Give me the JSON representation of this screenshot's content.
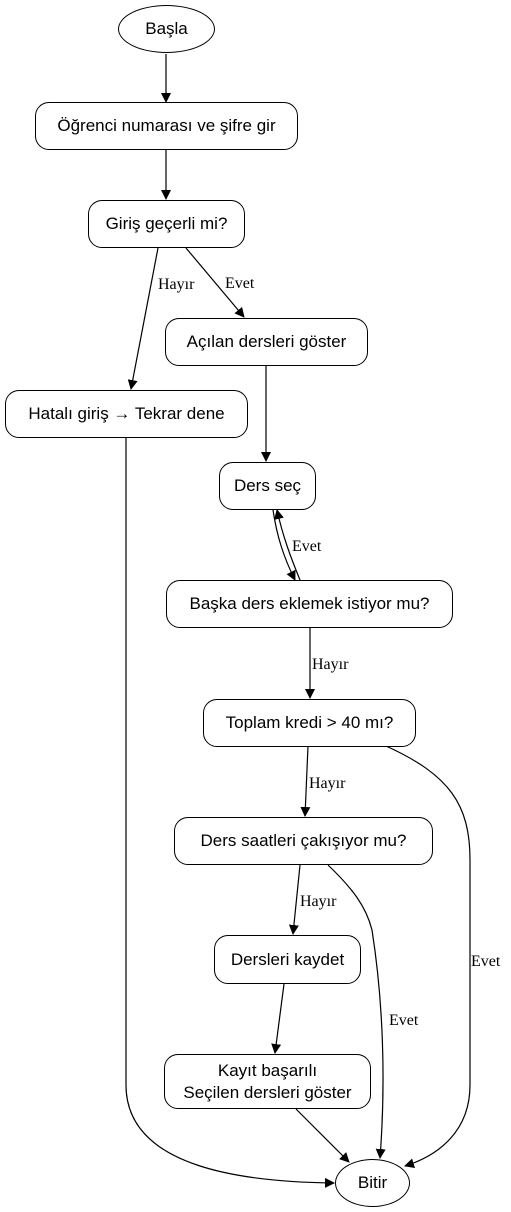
{
  "nodes": {
    "basla": "Başla",
    "giris_bilgi": "Öğrenci numarası ve şifre gir",
    "giris_gecerli": "Giriş geçerli mi?",
    "acilan_dersler": "Açılan dersleri göster",
    "hatali_giris": "Hatalı giriş → Tekrar dene",
    "ders_sec": "Ders seç",
    "baska_ders": "Başka ders eklemek istiyor mu?",
    "toplam_kredi": "Toplam kredi > 40 mı?",
    "cakisma": "Ders saatleri çakışıyor mu?",
    "kaydet": "Dersleri kaydet",
    "kayit_basarili_1": "Kayıt başarılı",
    "kayit_basarili_2": "Seçilen dersleri göster",
    "bitir": "Bitir"
  },
  "edge_labels": {
    "gecerli_hayir": "Hayır",
    "gecerli_evet": "Evet",
    "baska_evet": "Evet",
    "baska_hayir": "Hayır",
    "kredi_hayir": "Hayır",
    "kredi_evet": "Evet",
    "cakisma_hayir": "Hayır",
    "cakisma_evet": "Evet"
  }
}
